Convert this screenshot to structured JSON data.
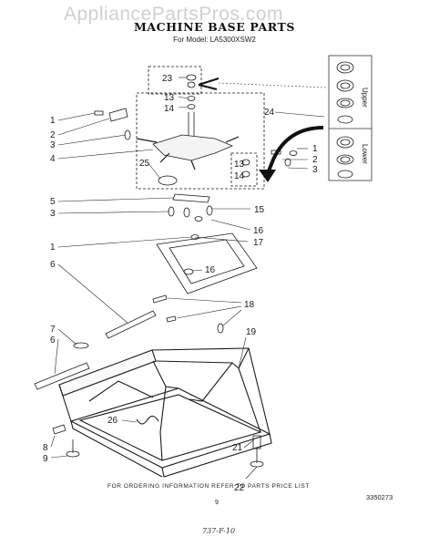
{
  "watermark": "AppliancePartsPros.com",
  "title": "MACHINE BASE PARTS",
  "subtitle": "For Model: LA5300XSW2",
  "footer_note": "FOR ORDERING INFORMATION REFER TO PARTS PRICE LIST",
  "page_number": "9",
  "document_number": "3350273",
  "handwritten_note": "737-F-10",
  "legend_upper": "Upper",
  "legend_lower": "Lower",
  "callouts": {
    "l1a": "1",
    "l2a": "2",
    "l3a": "3",
    "l4": "4",
    "l25": "25",
    "l5": "5",
    "l3b": "3",
    "l1b": "1",
    "l6a": "6",
    "l7": "7",
    "l6b": "6",
    "l8": "8",
    "l9": "9",
    "l23": "23",
    "l13a": "13",
    "l14a": "14",
    "l24": "24",
    "r1": "1",
    "r2": "2",
    "r3": "3",
    "l13b": "13",
    "l14b": "14",
    "l15": "15",
    "l16a": "16",
    "l17": "17",
    "l16b": "16",
    "l18": "18",
    "l19": "19",
    "l26": "26",
    "l21": "21",
    "l22": "22"
  },
  "icons": {
    "direction_arrow": "black-curved-arrow-icon",
    "legend_box": "spring-options-legend"
  }
}
